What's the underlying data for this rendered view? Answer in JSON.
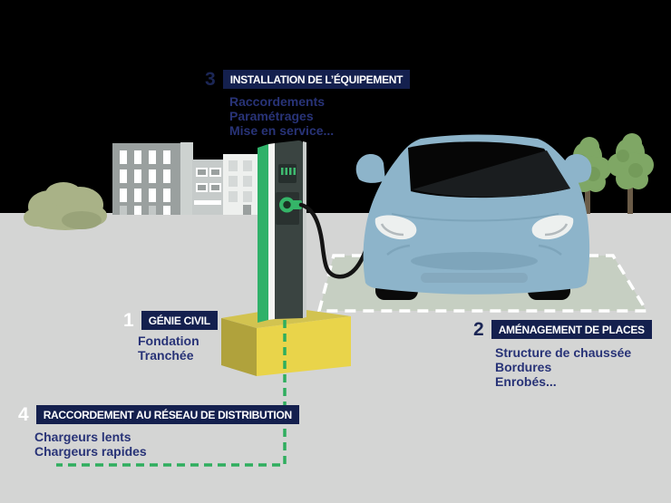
{
  "figure": {
    "name": "Étapes d'installation d'une borne de recharge (infographie)",
    "steps": [
      {
        "number": "1",
        "title": "GÉNIE CIVIL",
        "details": [
          "Fondation",
          "Tranchée"
        ]
      },
      {
        "number": "2",
        "title": "AMÉNAGEMENT DE PLACES",
        "details": [
          "Structure de chaussée",
          "Bordures",
          "Enrobés..."
        ]
      },
      {
        "number": "3",
        "title": "INSTALLATION DE L’ÉQUIPEMENT",
        "details": [
          "Raccordements",
          "Paramétrages",
          "Mise en service..."
        ]
      },
      {
        "number": "4",
        "title": "RACCORDEMENT AU RÉSEAU DE DISTRIBUTION",
        "details": [
          "Chargeurs lents",
          "Chargeurs rapides"
        ]
      }
    ],
    "illustration_parts": [
      "city-buildings",
      "bush",
      "trees",
      "ev-charging-station",
      "charging-station-screen",
      "charging-connector",
      "charging-cable",
      "electric-car",
      "parking-space",
      "foundation-block",
      "underground-cable-route"
    ],
    "colors": {
      "background": "#000000",
      "ground": "#d4d5d4",
      "badge_navy": "#14204e",
      "number_navy": "#1b2655",
      "number_white": "#ffffff",
      "detail_text": "#283377",
      "accent_green": "#2fae5e",
      "station_green": "#2fb169",
      "parking_green": "#c6cfc2",
      "car_blue": "#8db4ca",
      "foundation_yellow": "#e9d44a"
    }
  }
}
